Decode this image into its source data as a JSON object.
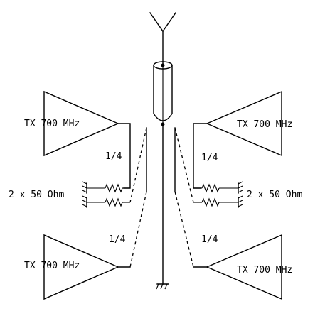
{
  "diagram": {
    "amplifiers": [
      {
        "label": "TX 700 MHz"
      },
      {
        "label": "TX 700 MHz"
      },
      {
        "label": "TX 700 MHz"
      },
      {
        "label": "TX 700 MHz"
      }
    ],
    "quarter_wave": [
      {
        "label": "1/4"
      },
      {
        "label": "1/4"
      },
      {
        "label": "1/4"
      },
      {
        "label": "1/4"
      }
    ],
    "terminations": [
      {
        "label": "2 x 50 Ohm"
      },
      {
        "label": "2 x 50 Ohm"
      }
    ]
  }
}
